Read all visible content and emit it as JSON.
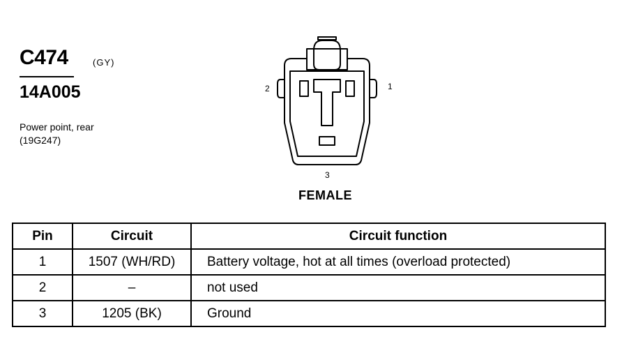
{
  "connector": {
    "id": "C474",
    "color": "(GY)",
    "part_number": "14A005",
    "description_line1": "Power point, rear",
    "description_line2": "(19G247)"
  },
  "diagram": {
    "pin_left": "2",
    "pin_right": "1",
    "pin_bottom": "3",
    "gender": "FEMALE"
  },
  "table": {
    "headers": [
      "Pin",
      "Circuit",
      "Circuit function"
    ],
    "rows": [
      {
        "pin": "1",
        "circuit": "1507 (WH/RD)",
        "function": "Battery voltage, hot at all times (overload protected)"
      },
      {
        "pin": "2",
        "circuit": "–",
        "function": "not used"
      },
      {
        "pin": "3",
        "circuit": "1205 (BK)",
        "function": "Ground"
      }
    ]
  }
}
